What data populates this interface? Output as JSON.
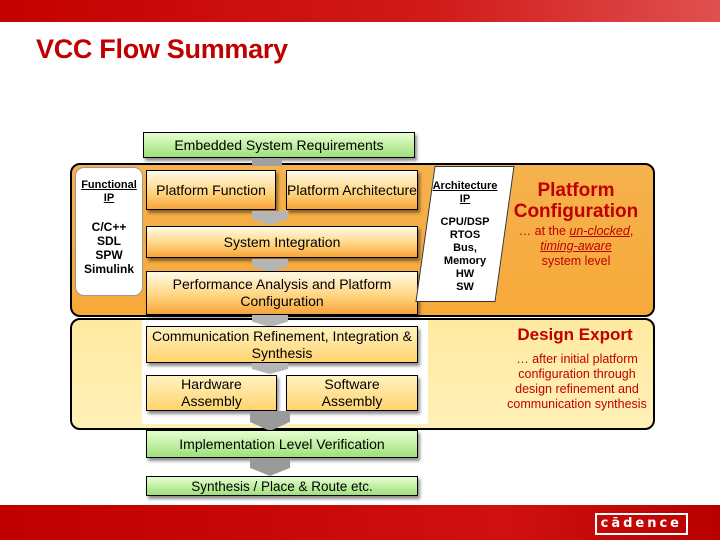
{
  "title": "VCC Flow Summary",
  "requirements": "Embedded System Requirements",
  "left_panel": {
    "functional_ip": "Functional IP",
    "languages": [
      "C/C++",
      "SDL",
      "SPW",
      "Simulink"
    ]
  },
  "platform_function": "Platform Function",
  "platform_architecture": "Platform Architecture",
  "system_integration": "System Integration",
  "performance_analysis": "Performance Analysis and Platform Configuration",
  "communication": "Communication Refinement, Integration & Synthesis",
  "hardware_assembly": "Hardware Assembly",
  "software_assembly": "Software Assembly",
  "implementation_verification": "Implementation Level Verification",
  "synthesis": "Synthesis / Place & Route etc.",
  "arch_panel": {
    "title": "Architecture IP",
    "items": [
      "CPU/DSP",
      "RTOS",
      "Bus,",
      "Memory",
      "HW",
      "SW"
    ]
  },
  "platform_configuration": {
    "heading": "Platform Configuration",
    "prefix": "… at the ",
    "unclocked": "un-clocked",
    "sep": ", ",
    "timing_aware": "timing-aware",
    "suffix": "system level"
  },
  "design_export": {
    "heading": "Design Export",
    "text": "… after initial platform configuration through design refinement and communication synthesis"
  },
  "logo": "cādence",
  "colors": {
    "brand_red": "#c00000",
    "orange_panel": "#f7a93a",
    "yellow_panel": "#fff0b8",
    "green_box": "#9fe07b"
  }
}
